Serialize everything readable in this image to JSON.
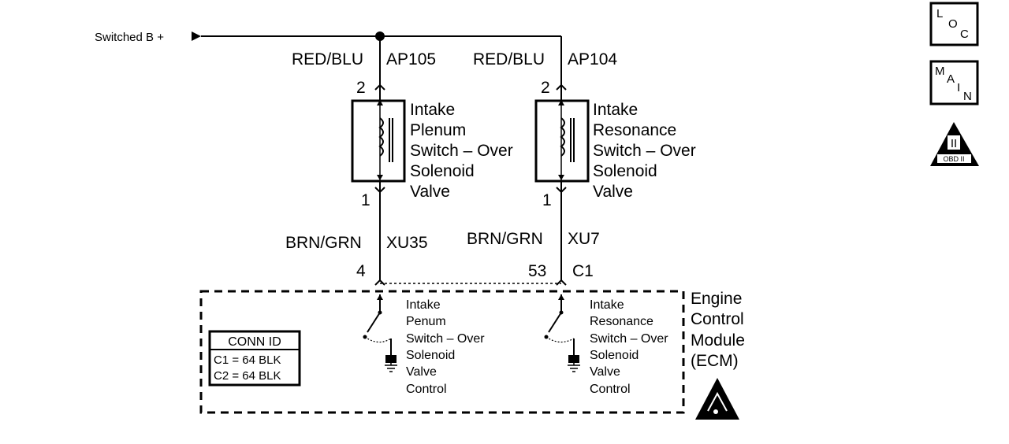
{
  "supply": {
    "label": "Switched B +"
  },
  "circuit_left": {
    "top_wire_color": "RED/BLU",
    "top_wire_circuit": "AP105",
    "top_pin": "2",
    "bottom_pin": "1",
    "component_lines": [
      "Intake",
      "Plenum",
      "Switch – Over",
      "Solenoid",
      "Valve"
    ],
    "bottom_wire_color": "BRN/GRN",
    "bottom_wire_circuit": "XU35",
    "ecm_pin": "4",
    "ecm_lines": [
      "Intake",
      "Penum",
      "Switch – Over",
      "Solenoid",
      "Valve",
      "Control"
    ]
  },
  "circuit_right": {
    "top_wire_color": "RED/BLU",
    "top_wire_circuit": "AP104",
    "top_pin": "2",
    "bottom_pin": "1",
    "component_lines": [
      "Intake",
      "Resonance",
      "Switch – Over",
      "Solenoid",
      "Valve"
    ],
    "bottom_wire_color": "BRN/GRN",
    "bottom_wire_circuit": "XU7",
    "ecm_pin": "53",
    "ecm_connector": "C1",
    "ecm_lines": [
      "Intake",
      "Resonance",
      "Switch – Over",
      "Solenoid",
      "Valve",
      "Control"
    ]
  },
  "ecm": {
    "lines": [
      "Engine",
      "Control",
      "Module",
      "(ECM)"
    ]
  },
  "conn_id": {
    "title": "CONN ID",
    "rows": [
      "C1 = 64 BLK",
      "C2 = 64 BLK"
    ]
  },
  "nav": {
    "loc": [
      "L",
      "O",
      "C"
    ],
    "main": [
      "M",
      "A",
      "I",
      "N"
    ],
    "obd_numeral": "II",
    "obd_label": "OBD II"
  }
}
